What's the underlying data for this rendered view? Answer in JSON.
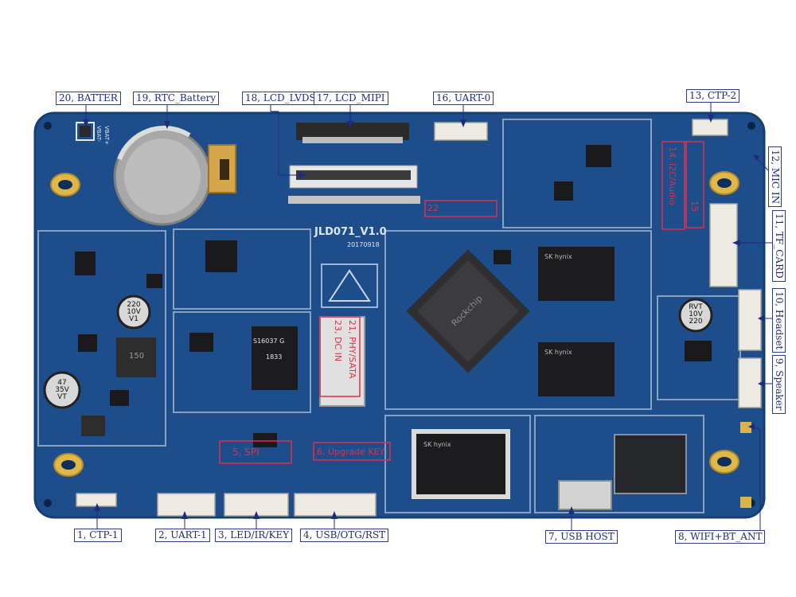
{
  "board": {
    "model": "JLD071_V1.0",
    "date": "20170918",
    "vbat_plus": "VBAT+",
    "vbat_minus": "VBAT-",
    "cap1_value": "220",
    "cap1_voltage": "10V",
    "cap1_code": "V1",
    "cap2_value": "220",
    "cap2_voltage": "10V",
    "cap2_code": "RVT",
    "cap3_value": "47",
    "cap3_voltage": "35V",
    "cap3_code": "VT",
    "inductor": "150",
    "eth_chip": "S16037 G",
    "eth_chip_code": "1833",
    "soc_brand": "Rockchip",
    "ram1_brand": "SK hynix",
    "ram2_brand": "SK hynix",
    "flash_brand": "SK hynix"
  },
  "labels": {
    "l1": "1, CTP-1",
    "l2": "2, UART-1",
    "l3": "3, LED/IR/KEY",
    "l4": "4, USB/OTG/RST",
    "l5": "5, SPI",
    "l6": "6, Upgrade KEY",
    "l7": "7, USB HOST",
    "l8": "8, WIFI+BT_ANT",
    "l9": "9, Speaker",
    "l10": "10, Headset",
    "l11": "11, TF_CARD",
    "l12": "12, MIC IN",
    "l13": "13, CTP-2",
    "l14": "14, I2C/Audio",
    "l15": "15",
    "l16": "16, UART-0",
    "l17": "17, LCD_MIPI",
    "l18": "18, LCD_LVDS",
    "l19": "19, RTC_Battery",
    "l20": "20, BATTER",
    "l21": "21, PHY/SATA",
    "l22": "22",
    "l23": "23, DC IN"
  },
  "colors": {
    "pcb": "#1d4d8a",
    "label_border": "#2e3a8c",
    "label_text": "#1f2a80",
    "annotation": "#e0304a",
    "mounting_hole": "#e0b84a"
  }
}
